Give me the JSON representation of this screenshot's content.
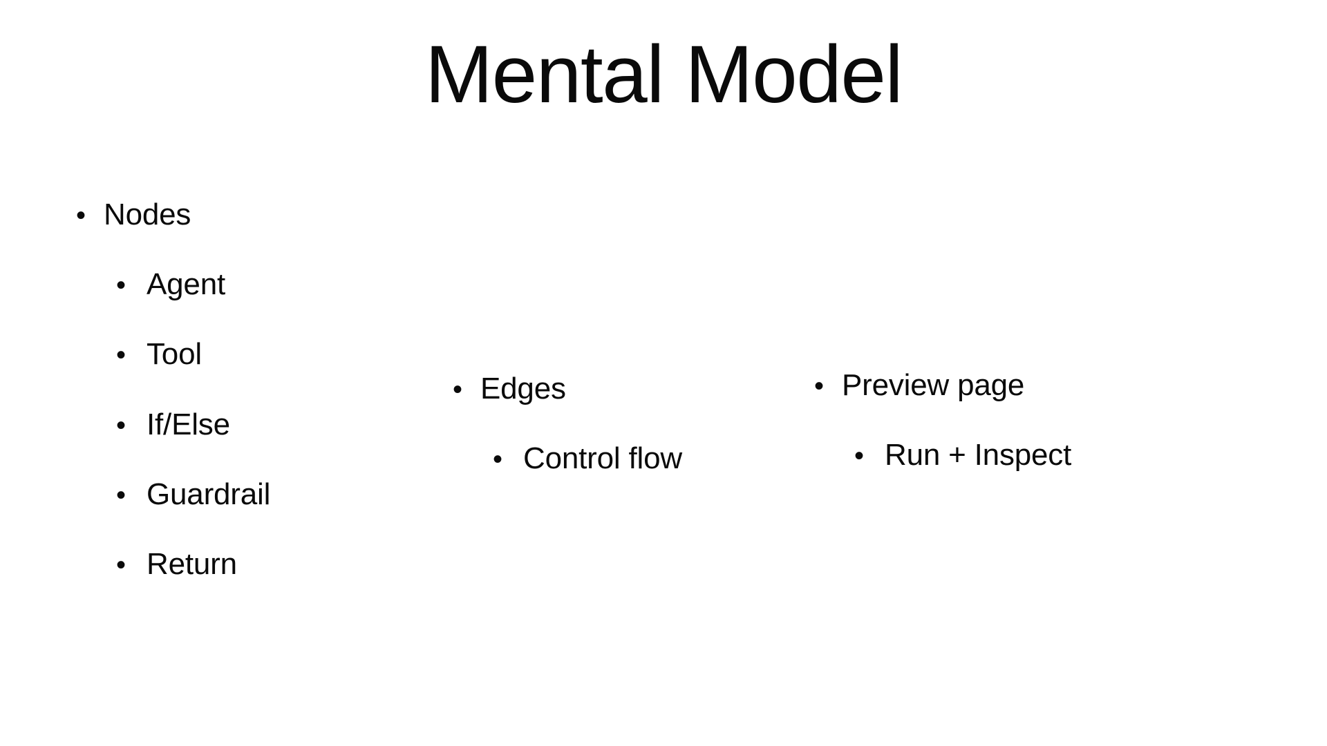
{
  "slide": {
    "title": "Mental Model",
    "background_color": "#ffffff",
    "text_color": "#0a0a0a",
    "bullet_glyph": "•",
    "bullet_icon_name": "bullet-dot-icon",
    "columns": [
      {
        "id": "nodes",
        "heading": "Nodes",
        "items": [
          {
            "label": "Agent"
          },
          {
            "label": "Tool"
          },
          {
            "label": "If/Else"
          },
          {
            "label": "Guardrail"
          },
          {
            "label": "Return"
          }
        ]
      },
      {
        "id": "edges",
        "heading": "Edges",
        "items": [
          {
            "label": "Control flow"
          }
        ]
      },
      {
        "id": "preview",
        "heading": "Preview page",
        "items": [
          {
            "label": "Run + Inspect"
          }
        ]
      }
    ]
  }
}
